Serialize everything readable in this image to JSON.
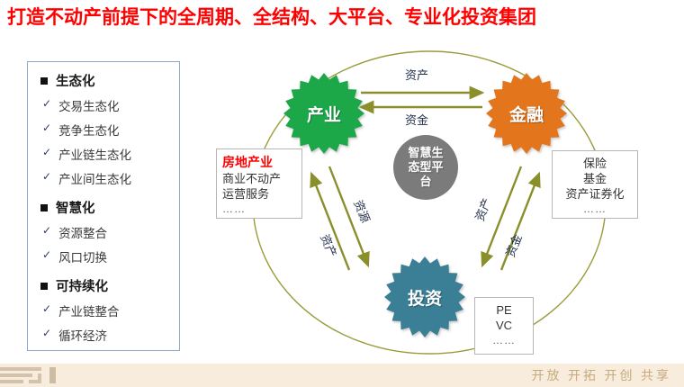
{
  "title": "打造不动产前提下的全周期、全结构、大平台、专业化投资集团",
  "sidebar": {
    "groups": [
      {
        "head": "生态化",
        "items": [
          "交易生态化",
          "竞争生态化",
          "产业链生态化",
          "产业间生态化"
        ]
      },
      {
        "head": "智慧化",
        "items": [
          "资源整合",
          "风口切换"
        ]
      },
      {
        "head": "可持续化",
        "items": [
          "产业链整合",
          "循环经济"
        ]
      }
    ],
    "bullet": "square-bullet",
    "check": "✓"
  },
  "diagram": {
    "hub": "智慧生态型平台",
    "nodes": [
      {
        "id": "industry",
        "label": "产业",
        "color": "#1aa84a"
      },
      {
        "id": "finance",
        "label": "金融",
        "color": "#e3761a"
      },
      {
        "id": "investment",
        "label": "投资",
        "color": "#3a7f96"
      }
    ],
    "arrow_labels": {
      "top_upper": "资产",
      "top_lower": "资金",
      "left_outer": "资产",
      "left_inner": "资源",
      "right_inner": "资产",
      "right_outer": "资金"
    },
    "boxes": [
      {
        "id": "realestate",
        "head": "房地产业",
        "lines": [
          "商业不动产",
          "运营服务"
        ],
        "dots": "……"
      },
      {
        "id": "finance-items",
        "head": "",
        "lines": [
          "保险",
          "基金",
          "资产证券化"
        ],
        "dots": "……"
      },
      {
        "id": "invest-items",
        "head": "",
        "lines": [
          "PE",
          "VC"
        ],
        "dots": "……"
      }
    ]
  },
  "footer": {
    "slogan": "开放  开拓  开创  共享"
  },
  "colors": {
    "title": "#ff0000",
    "green": "#1aa84a",
    "orange": "#e3761a",
    "teal": "#3a7f96",
    "grey": "#7b7b7b",
    "olive": "#8a8f2b",
    "footer_bg": "#f8ecdd",
    "footer_text": "#c6aa7e"
  }
}
